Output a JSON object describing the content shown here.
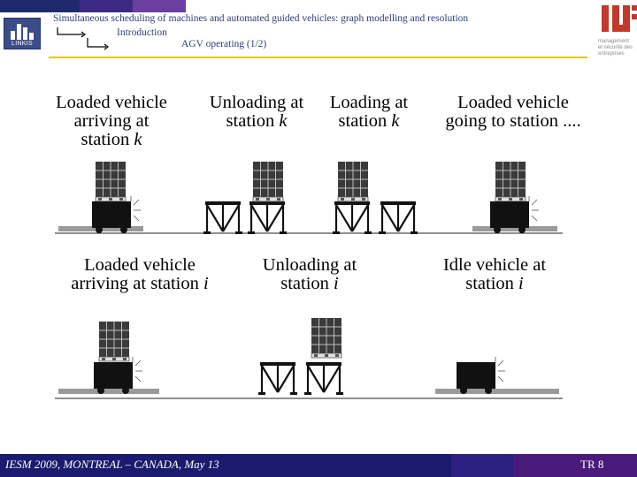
{
  "header": {
    "title": "Simultaneous scheduling of machines and automated guided vehicles: graph modelling and resolution",
    "level1": "Introduction",
    "level2": "AGV operating (1/2)"
  },
  "logos": {
    "left_text": "LINKIS",
    "right_lines": [
      "management",
      "et sécurité des",
      "entreprises"
    ]
  },
  "row1": [
    {
      "lines": [
        "Loaded vehicle",
        "arriving at",
        "station "
      ],
      "italic_suffix": [
        "",
        "",
        "k"
      ]
    },
    {
      "lines": [
        "Unloading at",
        "station "
      ],
      "italic_suffix": [
        "",
        "k"
      ]
    },
    {
      "lines": [
        "Loading at",
        "station "
      ],
      "italic_suffix": [
        "",
        "k"
      ]
    },
    {
      "lines": [
        "Loaded vehicle",
        "going to station ...."
      ],
      "italic_suffix": [
        "",
        ""
      ]
    }
  ],
  "row2": [
    {
      "lines": [
        "Loaded vehicle",
        "arriving at station "
      ],
      "italic_suffix": [
        "",
        "i"
      ]
    },
    {
      "lines": [
        "Unloading at",
        "station "
      ],
      "italic_suffix": [
        "",
        "i"
      ]
    },
    {
      "lines": [
        "Idle vehicle at",
        "station "
      ],
      "italic_suffix": [
        "",
        "i"
      ]
    }
  ],
  "footer": {
    "text": "IESM 2009, MONTREAL – CANADA, May 13",
    "page": "TR 8"
  },
  "colors": {
    "header_text": "#2d3f7a",
    "rule": "#e8c800",
    "footer_dark": "#1a1a6e",
    "footer_purple": "#4a1a7a",
    "cart": "#111111",
    "rail": "#9a9a9a"
  }
}
